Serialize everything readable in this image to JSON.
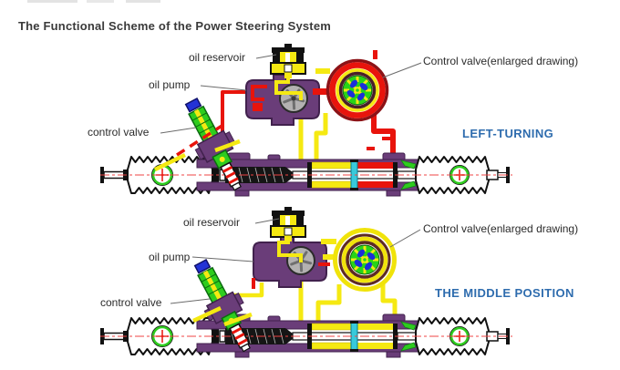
{
  "title": "The Functional Scheme of the Power Steering System",
  "diagrams": [
    {
      "id": "left-turning",
      "state_label": "LEFT-TURNING",
      "labels": {
        "oil_reservoir": "oil reservoir",
        "oil_pump": "oil pump",
        "control_valve": "control valve",
        "control_valve_enlarged": "Control valve(enlarged drawing)"
      }
    },
    {
      "id": "middle-position",
      "state_label": "THE MIDDLE POSITION",
      "labels": {
        "oil_reservoir": "oil reservoir",
        "oil_pump": "oil pump",
        "control_valve": "control valve",
        "control_valve_enlarged": "Control valve(enlarged drawing)"
      }
    }
  ],
  "colors": {
    "pipe_yellow": "#f5e912",
    "pressure_red": "#e8140c",
    "housing_purple": "#6a3d79",
    "valve_green": "#2ecc1e",
    "valve_blue": "#1c2fd8",
    "piston_cyan": "#38c9db",
    "rotor_gray": "#b3b1b1",
    "state_label_blue": "#2e6cae",
    "centerline_red": "#ef4444"
  }
}
